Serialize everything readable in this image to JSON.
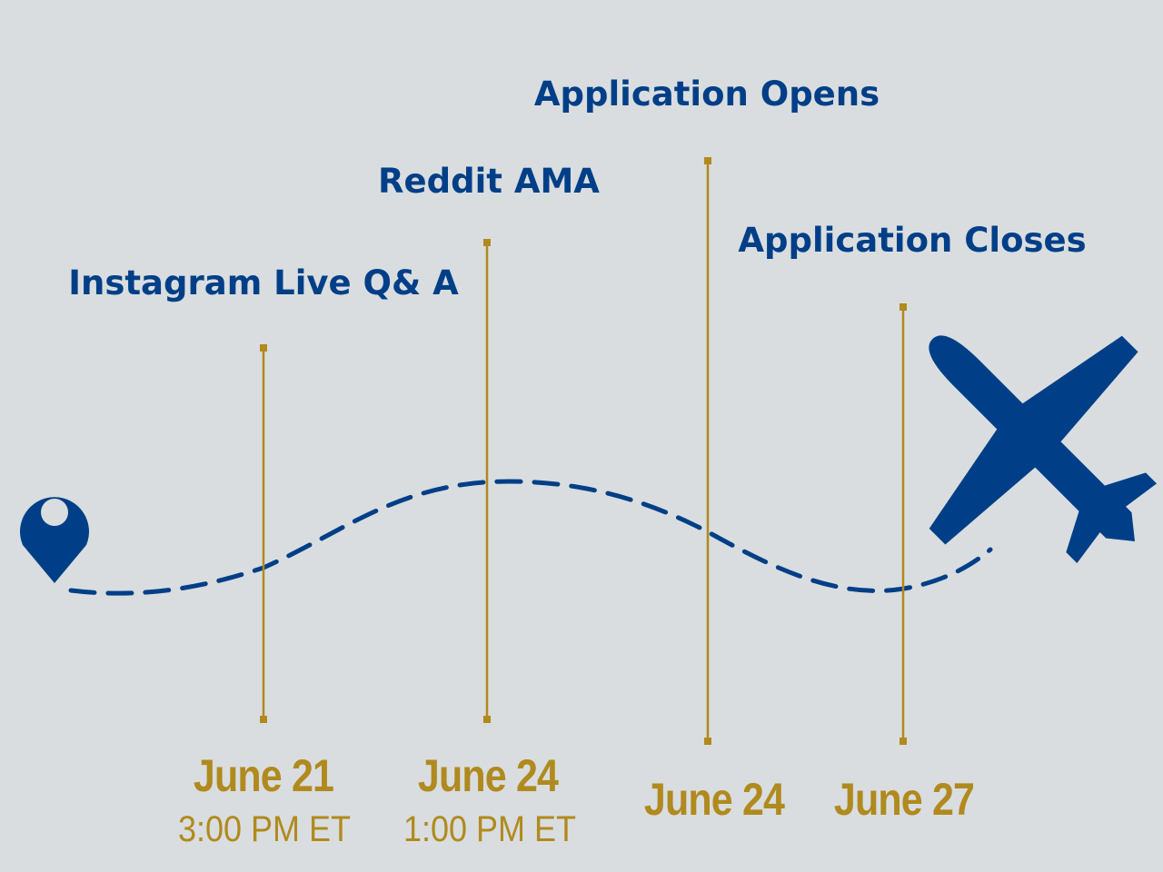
{
  "colors": {
    "background": "#d9dddf",
    "navy": "#003f87",
    "gold": "#b08a1e"
  },
  "icons": {
    "start": "location-pin-icon",
    "end": "airplane-icon"
  },
  "events": [
    {
      "title": "Instagram Live Q& A",
      "date": "June 21",
      "time": "3:00 PM ET"
    },
    {
      "title": "Reddit AMA",
      "date": "June 24",
      "time": "1:00 PM ET"
    },
    {
      "title": "Application Opens",
      "date": "June 24",
      "time": ""
    },
    {
      "title": "Application Closes",
      "date": "June 27",
      "time": ""
    }
  ]
}
